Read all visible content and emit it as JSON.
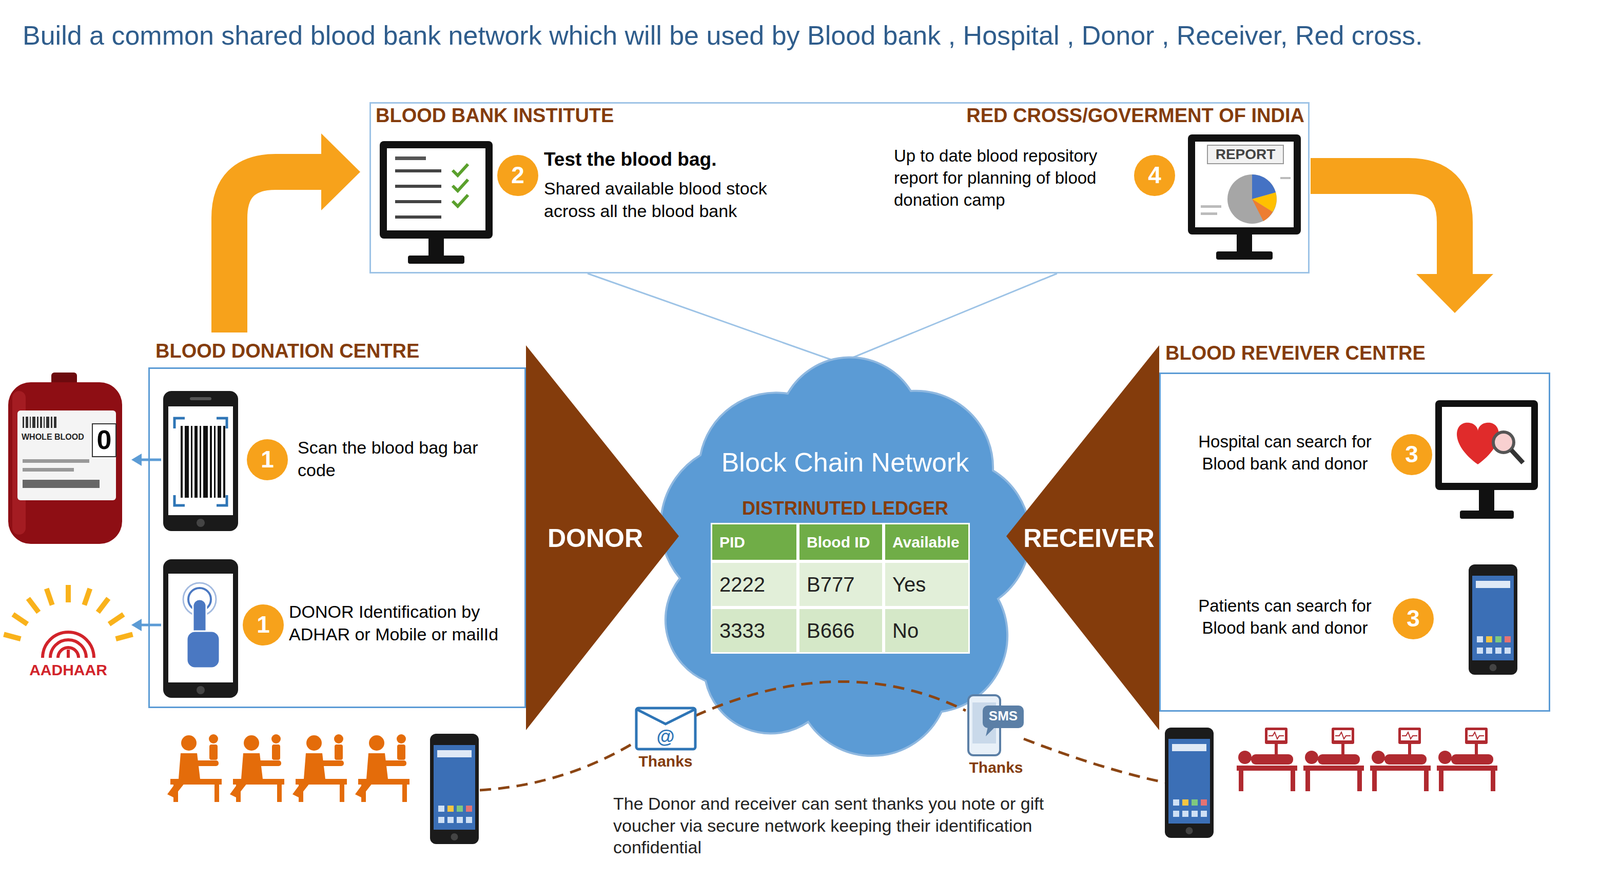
{
  "diagram": {
    "title": "Build a common shared blood bank network which will be used by Blood bank , Hospital , Donor , Receiver, Red cross.",
    "nodes": [
      {
        "text": [
          "BLOOD BANK INSTITUTE",
          "Test the blood bag.",
          "Shared available blood stock across all the blood bank",
          "RED CROSS/GOVERMENT OF INDIA",
          "Up to date blood repository report for planning of blood donation camp"
        ]
      },
      {
        "text": [
          "2"
        ],
        "in": 0
      },
      {
        "text": [
          "4"
        ],
        "in": 0
      },
      {
        "text": [
          "BLOOD DONATION CENTRE",
          "Scan the blood bag bar code",
          "DONOR Identification by ADHAR or Mobile or mailId"
        ]
      },
      {
        "text": [
          "1"
        ],
        "in": 3
      },
      {
        "text": [
          "1"
        ],
        "in": 3
      },
      {
        "text": [
          "DONOR"
        ]
      },
      {
        "text": [
          "Block Chain Network",
          "DISTRINUTED LEDGER"
        ]
      },
      {
        "text": [
          "RECEIVER"
        ]
      },
      {
        "text": [
          "BLOOD REVEIVER CENTRE",
          "Hospital can search for Blood bank and donor",
          "Patients can search for Blood bank and donor"
        ]
      },
      {
        "text": [
          "3"
        ],
        "in": 9
      },
      {
        "text": [
          "3"
        ],
        "in": 9
      }
    ],
    "edges": [
      {
        "from": 3,
        "to": 0,
        "arrow": "to"
      },
      {
        "from": 0,
        "to": 9,
        "arrow": "to"
      },
      {
        "from": 0,
        "to": 7,
        "arrow": "none"
      }
    ],
    "labels": [
      "REPORT",
      "WHOLE BLOOD",
      "0",
      "AADHAAR",
      "PID",
      "Blood ID",
      "Available",
      "2222",
      "B777",
      "Yes",
      "3333",
      "B666",
      "No",
      "@",
      "Thanks",
      "SMS",
      "Thanks",
      "The Donor and receiver can sent thanks you note or gift voucher via secure network keeping their identification confidential"
    ]
  }
}
